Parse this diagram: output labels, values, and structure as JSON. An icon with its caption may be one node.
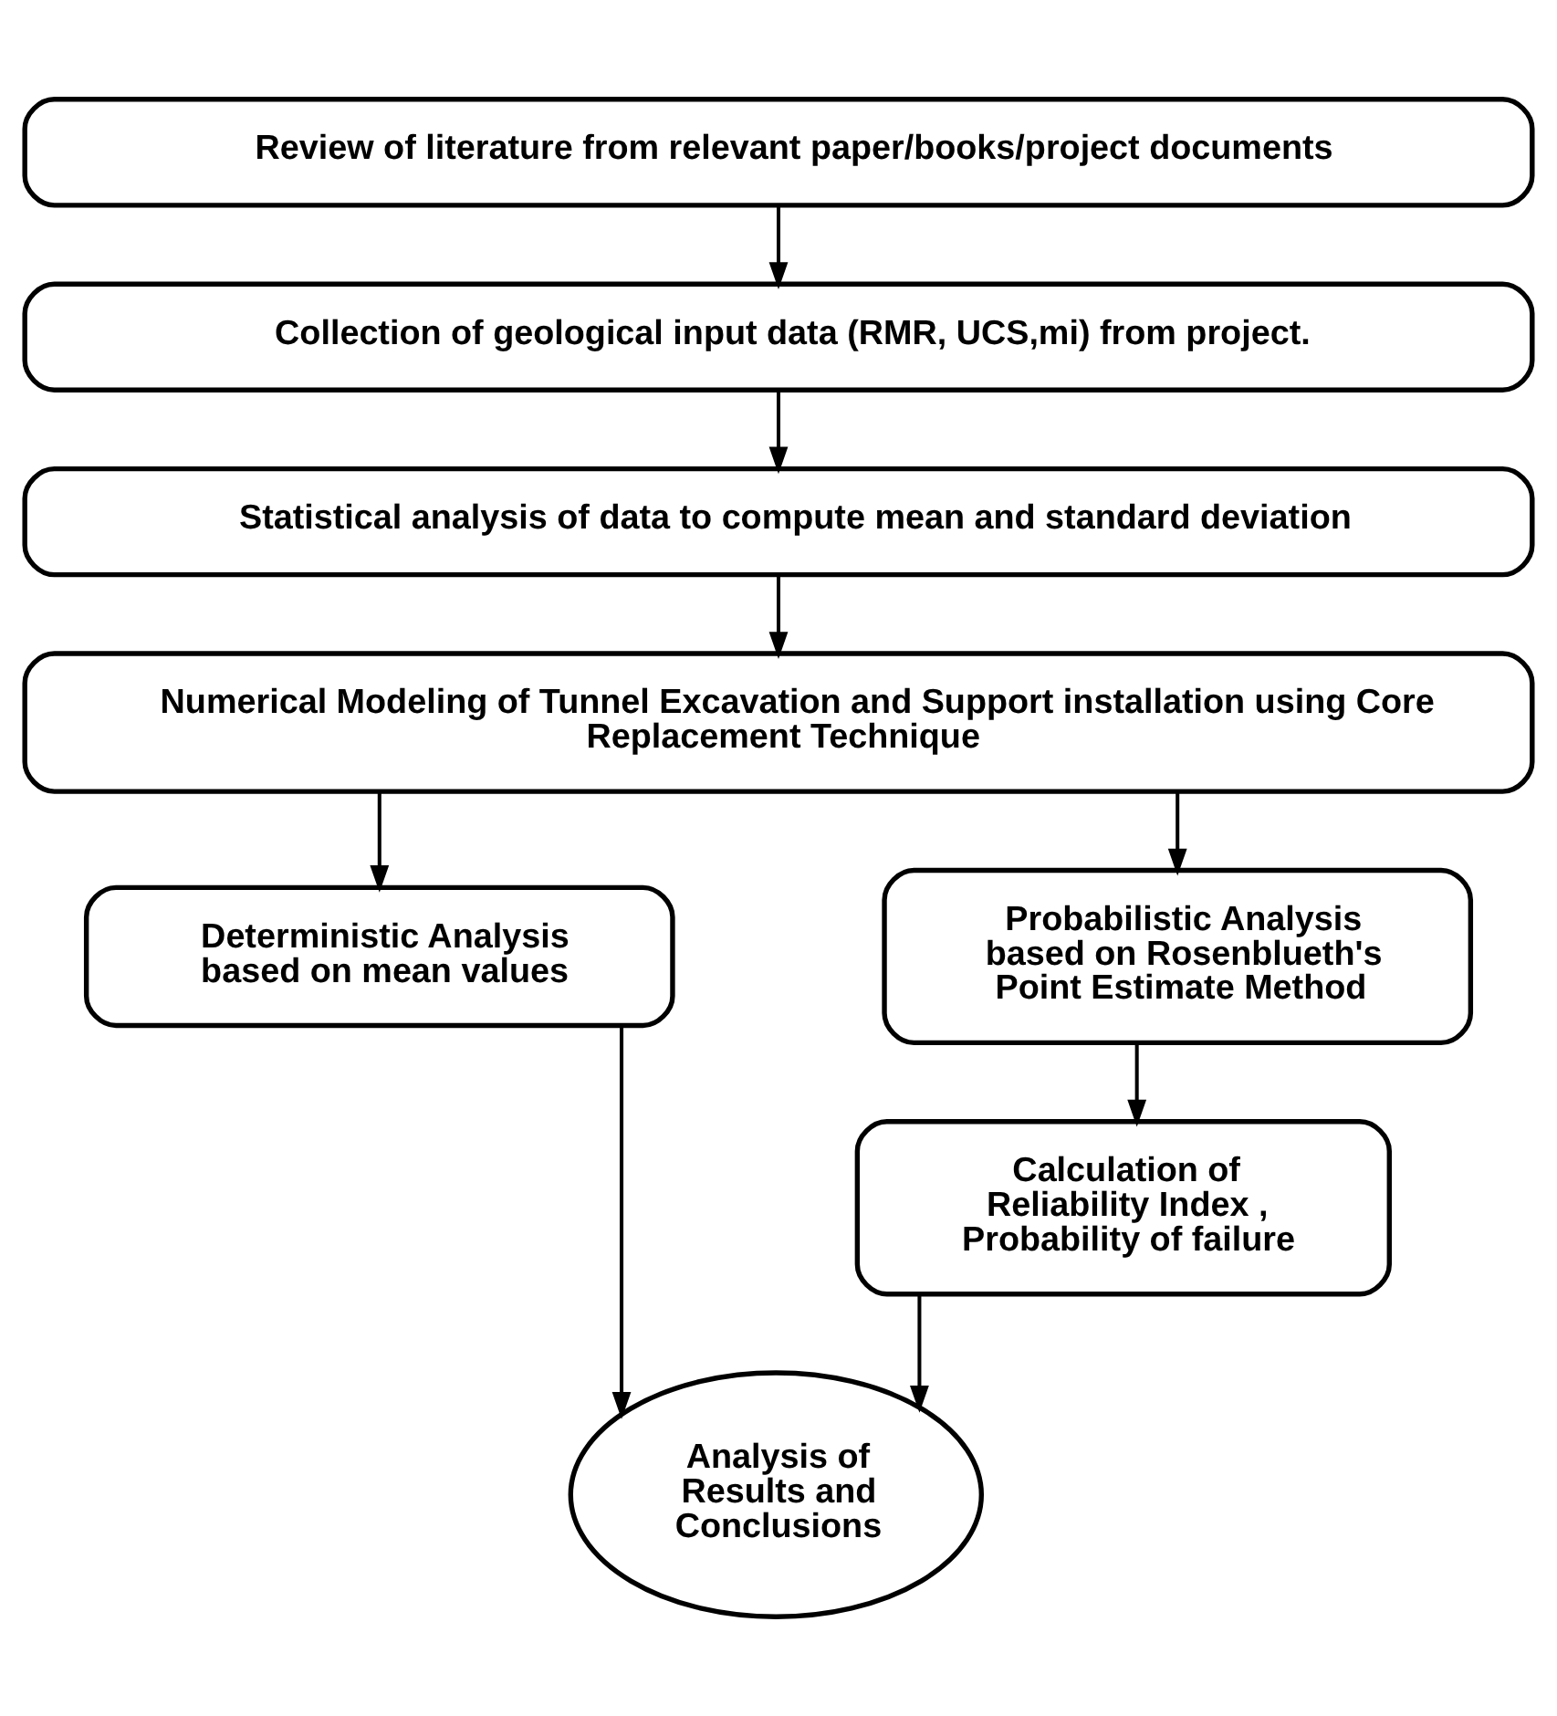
{
  "diagram": {
    "nodes": [
      {
        "text": [
          "Review of literature from relevant paper/books/project documents"
        ]
      },
      {
        "text": [
          "Collection of geological input data (RMR, UCS,mi) from project."
        ]
      },
      {
        "text": [
          "Statistical analysis of data to compute mean and standard deviation"
        ]
      },
      {
        "text": [
          "Numerical Modeling of Tunnel Excavation and Support installation using Core Replacement Technique"
        ]
      },
      {
        "text": [
          "Deterministic Analysis based on mean values"
        ]
      },
      {
        "text": [
          "Probabilistic Analysis based on Rosenblueth's Point Estimate Method"
        ]
      },
      {
        "text": [
          "Calculation of Reliability Index , Probability of failure"
        ]
      },
      {
        "text": [
          "Analysis of Results and Conclusions"
        ]
      }
    ],
    "edges": [
      {
        "from": 0,
        "to": 1,
        "arrow": "to"
      },
      {
        "from": 1,
        "to": 2,
        "arrow": "to"
      },
      {
        "from": 2,
        "to": 3,
        "arrow": "to"
      },
      {
        "from": 3,
        "to": 4,
        "arrow": "to"
      },
      {
        "from": 3,
        "to": 5,
        "arrow": "to"
      },
      {
        "from": 5,
        "to": 6,
        "arrow": "to"
      },
      {
        "from": 4,
        "to": 7,
        "arrow": "to"
      },
      {
        "from": 6,
        "to": 7,
        "arrow": "to"
      }
    ]
  }
}
